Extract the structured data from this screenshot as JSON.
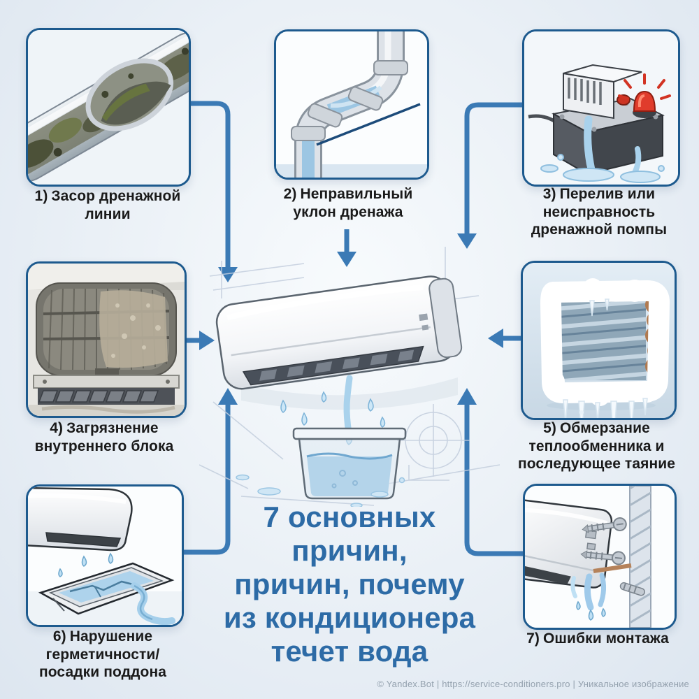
{
  "infographic": {
    "language": "ru",
    "topic": "air-conditioner-water-leak-causes"
  },
  "causes": [
    {
      "num": "1)",
      "text": "Засор дренажной линии",
      "illustration": "clogged-drain-pipe"
    },
    {
      "num": "2)",
      "text": "Неправильный уклон дренажа",
      "illustration": "wrong-drain-slope"
    },
    {
      "num": "3)",
      "text": "Перелив или неисправность дренажной помпы",
      "illustration": "drain-pump-overflow"
    },
    {
      "num": "4)",
      "text": "Загрязнение внутреннего блока",
      "illustration": "dirty-indoor-unit"
    },
    {
      "num": "5)",
      "text": "Обмерзание теплообменника и последующее таяние",
      "illustration": "frozen-heat-exchanger"
    },
    {
      "num": "6)",
      "text": "Нарушение герметичности/ посадки поддона",
      "illustration": "leaking-drain-pan"
    },
    {
      "num": "7)",
      "text": "Ошибки монтажа",
      "illustration": "installation-errors"
    }
  ],
  "title": {
    "lines": [
      "7 основных",
      "причин,",
      "причин, почему",
      "из кондиционера",
      "течет вода"
    ]
  },
  "footer": {
    "text": "© Yandex.Bot | https://service-conditioners.pro | Уникальное изображение"
  },
  "colors": {
    "panel_border": "#1d5a8e",
    "arrow": "#3b7ab5",
    "title_text": "#2d6ba6",
    "label_text": "#1a1a1a",
    "water": "#a9d2ec",
    "alarm_red": "#e03c2c"
  }
}
